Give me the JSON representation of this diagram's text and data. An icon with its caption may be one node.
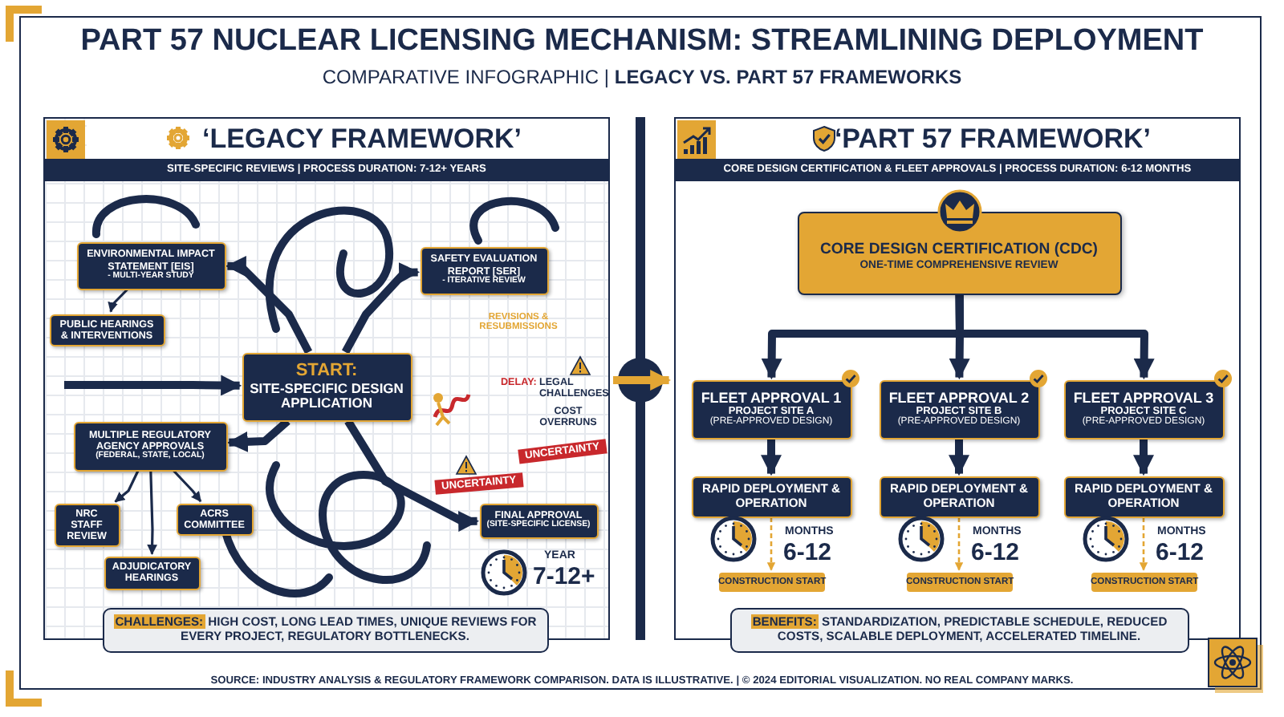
{
  "diagram": {
    "title": "PART 57 NUCLEAR LICENSING MECHANISM: STREAMLINING DEPLOYMENT",
    "nodes": [
      {
        "text": [
          "‘LEGACY FRAMEWORK’",
          "SITE-SPECIFIC REVIEWS | PROCESS DURATION: 7-12+ YEARS"
        ]
      },
      {
        "text": [
          "ENVIRONMENTAL IMPACT STATEMENT [EIS]",
          "- MULTI-YEAR STUDY"
        ],
        "in": 0
      },
      {
        "text": [
          "SAFETY EVALUATION REPORT [SER]",
          "- ITERATIVE REVIEW"
        ],
        "in": 0
      },
      {
        "text": [
          "PUBLIC HEARINGS & INTERVENTIONS"
        ],
        "in": 0
      },
      {
        "text": [
          "START:",
          "SITE-SPECIFIC DESIGN APPLICATION"
        ],
        "in": 0
      },
      {
        "text": [
          "MULTIPLE REGULATORY AGENCY APPROVALS",
          "(FEDERAL, STATE, LOCAL)"
        ],
        "in": 0
      },
      {
        "text": [
          "NRC STAFF REVIEW"
        ],
        "in": 0
      },
      {
        "text": [
          "ACRS COMMITTEE"
        ],
        "in": 0
      },
      {
        "text": [
          "ADJUDICATORY HEARINGS"
        ],
        "in": 0
      },
      {
        "text": [
          "FINAL APPROVAL",
          "(SITE-SPECIFIC LICENSE)"
        ],
        "in": 0
      },
      {
        "text": [
          "CHALLENGES:",
          "HIGH COST, LONG LEAD TIMES, UNIQUE REVIEWS FOR EVERY PROJECT, REGULATORY BOTTLENECKS."
        ],
        "in": 0
      },
      {
        "text": [
          "‘PART 57 FRAMEWORK’",
          "CORE DESIGN CERTIFICATION & FLEET APPROVALS | PROCESS DURATION: 6-12 MONTHS"
        ]
      },
      {
        "text": [
          "CORE DESIGN CERTIFICATION (CDC)",
          "ONE-TIME COMPREHENSIVE REVIEW"
        ],
        "in": 11
      },
      {
        "text": [
          "FLEET APPROVAL 1",
          "PROJECT SITE A",
          "(PRE-APPROVED DESIGN)"
        ],
        "in": 11
      },
      {
        "text": [
          "FLEET APPROVAL 2",
          "PROJECT SITE B",
          "(PRE-APPROVED DESIGN)"
        ],
        "in": 11
      },
      {
        "text": [
          "FLEET APPROVAL 3",
          "PROJECT SITE C",
          "(PRE-APPROVED DESIGN)"
        ],
        "in": 11
      },
      {
        "text": [
          "RAPID DEPLOYMENT & OPERATION"
        ],
        "in": 11
      },
      {
        "text": [
          "RAPID DEPLOYMENT & OPERATION"
        ],
        "in": 11
      },
      {
        "text": [
          "RAPID DEPLOYMENT & OPERATION"
        ],
        "in": 11
      },
      {
        "text": [
          "CONSTRUCTION START"
        ],
        "in": 11
      },
      {
        "text": [
          "CONSTRUCTION START"
        ],
        "in": 11
      },
      {
        "text": [
          "CONSTRUCTION START"
        ],
        "in": 11
      },
      {
        "text": [
          "BENEFITS:",
          "STANDARDIZATION, PREDICTABLE SCHEDULE, REDUCED COSTS, SCALABLE DEPLOYMENT, ACCELERATED TIMELINE."
        ],
        "in": 11
      }
    ],
    "edges": [
      {
        "from": 4,
        "to": 5,
        "arrow": "to"
      },
      {
        "from": 4,
        "to": 9,
        "arrow": "to"
      },
      {
        "from": 4,
        "to": 1,
        "arrow": "to"
      },
      {
        "from": 4,
        "to": 2,
        "arrow": "to"
      },
      {
        "from": 1,
        "to": 3,
        "arrow": "to"
      },
      {
        "from": 5,
        "to": 6,
        "arrow": "to"
      },
      {
        "from": 5,
        "to": 7,
        "arrow": "to"
      },
      {
        "from": 5,
        "to": 8,
        "arrow": "to"
      },
      {
        "from": null,
        "to": 4,
        "arrow": "to"
      },
      {
        "from": 0,
        "to": 11,
        "arrow": "to",
        "color": "#e3a634"
      },
      {
        "from": 12,
        "to": 13,
        "arrow": "to"
      },
      {
        "from": 12,
        "to": 14,
        "arrow": "to"
      },
      {
        "from": 12,
        "to": 15,
        "arrow": "to"
      },
      {
        "from": 13,
        "to": 16,
        "arrow": "to"
      },
      {
        "from": 14,
        "to": 17,
        "arrow": "to"
      },
      {
        "from": 15,
        "to": 18,
        "arrow": "to"
      },
      {
        "from": 16,
        "to": 19,
        "arrow": "to",
        "style": "dashed",
        "color": "#e3a634"
      },
      {
        "from": 17,
        "to": 20,
        "arrow": "to",
        "style": "dashed",
        "color": "#e3a634"
      },
      {
        "from": 18,
        "to": 21,
        "arrow": "to",
        "style": "dashed",
        "color": "#e3a634"
      }
    ],
    "labels": [
      "COMPARATIVE INFOGRAPHIC | **LEGACY VS. PART 57 FRAMEWORKS**",
      "REVISIONS & RESUBMISSIONS",
      "DELAY:",
      "LEGAL CHALLENGES",
      "COST OVERRUNS",
      "UNCERTAINTY",
      "UNCERTAINTY",
      "YEAR",
      "7-12+",
      "MONTHS",
      "6-12",
      "MONTHS",
      "6-12",
      "MONTHS",
      "6-12",
      "SOURCE: INDUSTRY ANALYSIS & REGULATORY FRAMEWORK COMPARISON. DATA IS ILLUSTRATIVE. | © 2024 EDITORIAL VISUALIZATION. NO REAL COMPANY MARKS."
    ]
  }
}
